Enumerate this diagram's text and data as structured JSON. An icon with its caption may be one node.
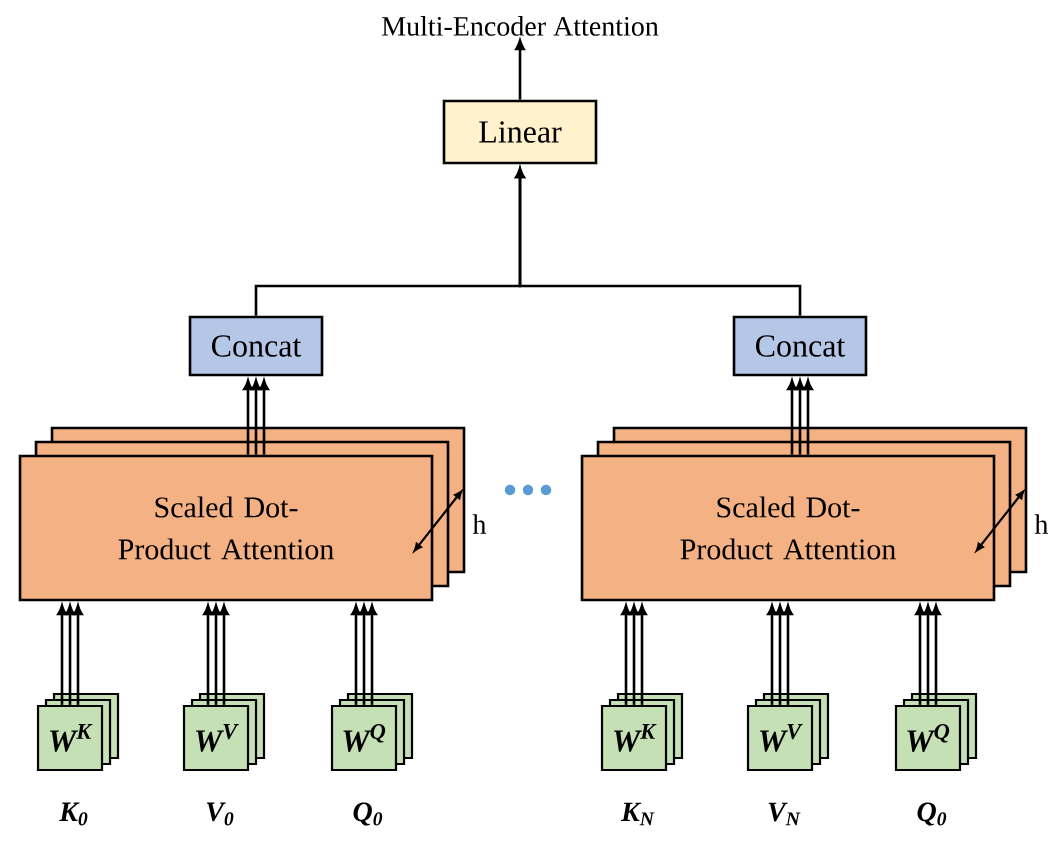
{
  "diagram": {
    "nodes": [
      {
        "text": [
          "Multi-Encoder Attention"
        ]
      },
      {
        "text": [
          "Linear"
        ]
      },
      {
        "text": [
          "Concat"
        ]
      },
      {
        "text": [
          "Concat"
        ]
      },
      {
        "text": [
          "Scaled Dot-Product Attention"
        ]
      },
      {
        "text": [
          "Scaled Dot-Product Attention"
        ]
      },
      {
        "text": [
          "W$^{K}$"
        ],
        "beside": [
          "K$_{0}$"
        ]
      },
      {
        "text": [
          "W$^{V}$"
        ],
        "beside": [
          "V$_{0}$"
        ]
      },
      {
        "text": [
          "W$^{Q}$"
        ],
        "beside": [
          "Q$_{0}$"
        ]
      },
      {
        "text": [
          "W$^{K}$"
        ],
        "beside": [
          "K$_{N}$"
        ]
      },
      {
        "text": [
          "W$^{V}$"
        ],
        "beside": [
          "V$_{N}$"
        ]
      },
      {
        "text": [
          "W$^{Q}$"
        ],
        "beside": [
          "Q$_{0}$"
        ]
      }
    ],
    "edges": [
      {
        "from": 1,
        "to": 0,
        "arrow": "to"
      },
      {
        "from": 2,
        "to": 1,
        "arrow": "to"
      },
      {
        "from": 3,
        "to": 1,
        "arrow": "to"
      },
      {
        "from": 4,
        "to": 2,
        "arrow": "to"
      },
      {
        "from": 5,
        "to": 3,
        "arrow": "to"
      },
      {
        "from": 6,
        "to": 4,
        "arrow": "to"
      },
      {
        "from": 7,
        "to": 4,
        "arrow": "to"
      },
      {
        "from": 8,
        "to": 4,
        "arrow": "to"
      },
      {
        "from": 9,
        "to": 5,
        "arrow": "to"
      },
      {
        "from": 10,
        "to": 5,
        "arrow": "to"
      },
      {
        "from": 11,
        "to": 5,
        "arrow": "to"
      }
    ],
    "labels": [
      "h",
      "h"
    ]
  }
}
